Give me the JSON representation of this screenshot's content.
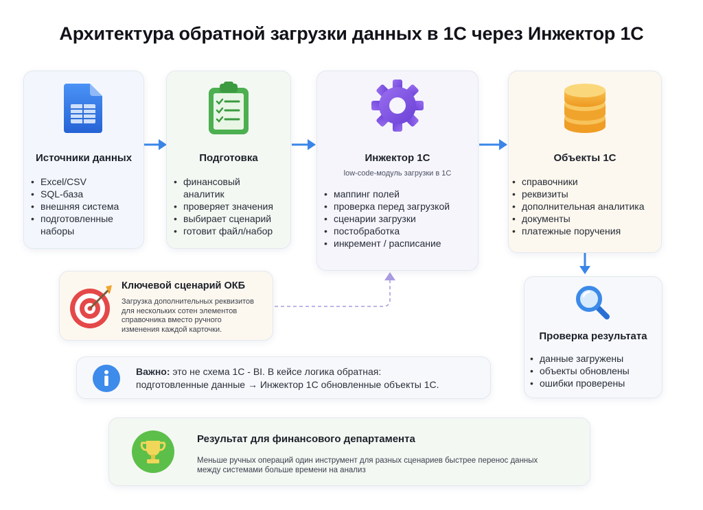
{
  "title": "Архитектура обратной загрузки данных в 1С через Инжектор 1С",
  "sources": {
    "icon": "spreadsheet-icon",
    "title": "Источники данных",
    "items": [
      "Excel/CSV",
      "SQL-база",
      "внешняя система",
      "подготовленные наборы"
    ]
  },
  "prep": {
    "icon": "checklist-icon",
    "title": "Подготовка",
    "items": [
      "финансовый аналитик",
      "проверяет значения",
      "выбирает сценарий",
      "готовит файл/набор"
    ]
  },
  "injector": {
    "icon": "gear-icon",
    "title": "Инжектор 1С",
    "subtitle": "low-code-модуль загрузки в 1С",
    "items": [
      "маппинг полей",
      "проверка перед загрузкой",
      "сценарии загрузки",
      "постобработка",
      "инкремент / расписание"
    ]
  },
  "objects": {
    "icon": "database-icon",
    "title": "Объекты 1С",
    "items": [
      "справочники",
      "реквизиты",
      "дополнительная аналитика",
      "документы",
      "платежные поручения"
    ]
  },
  "check": {
    "icon": "magnifier-icon",
    "title": "Проверка результата",
    "items": [
      "данные загружены",
      "объекты обновлены",
      "ошибки проверены"
    ]
  },
  "okb": {
    "icon": "target-icon",
    "title": "Ключевой сценарий ОКБ",
    "text": [
      "Загрузка дополнительных реквизитов",
      "для нескольких сотен элементов",
      "справочника вместо ручного",
      "изменения каждой карточки."
    ]
  },
  "note": {
    "icon": "info-icon",
    "bold": "Важно:",
    "line1": " это не схема 1С - BI. В кейсе логика обратная:",
    "line2": "подготовленные данные → Инжектор 1С обновленные объекты 1С."
  },
  "result": {
    "icon": "trophy-icon",
    "title": "Результат для финансового департамента",
    "text": [
      "Меньше ручных операций один инструмент для разных сценариев быстрее перенос данных",
      "между системами больше времени на анализ"
    ]
  },
  "colors": {
    "arrow": "#3a86e8",
    "dashed": "#a99be0",
    "gear": "#7c4fe0",
    "database": "#f2a52e",
    "checklist": "#4caf50",
    "sheet": "#2f74e0",
    "info": "#3d8bea",
    "trophy_bg": "#5cbf4a"
  }
}
